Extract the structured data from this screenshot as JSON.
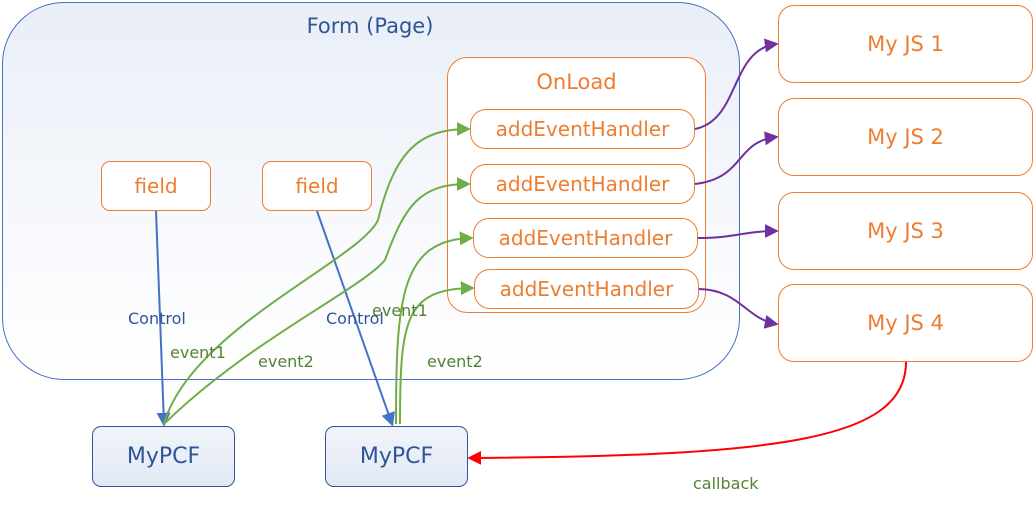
{
  "form": {
    "title": "Form (Page)"
  },
  "onload": {
    "title": "OnLoad",
    "handlers": [
      "addEventHandler",
      "addEventHandler",
      "addEventHandler",
      "addEventHandler"
    ]
  },
  "fields": [
    "field",
    "field"
  ],
  "js": [
    "My JS 1",
    "My JS 2",
    "My JS 3",
    "My JS 4"
  ],
  "pcf": [
    "MyPCF",
    "MyPCF"
  ],
  "labels": {
    "control_1": "Control",
    "control_2": "Control",
    "event1_a": "event1",
    "event2_a": "event2",
    "event1_b": "event1",
    "event2_b": "event2",
    "callback": "callback"
  },
  "colors": {
    "form_border": "#4472C4",
    "orange": "#ED7D31",
    "control_arrow": "#4472C4",
    "event_arrow": "#70AD47",
    "handler_arrow": "#7030A0",
    "callback_arrow": "#FF0000"
  }
}
